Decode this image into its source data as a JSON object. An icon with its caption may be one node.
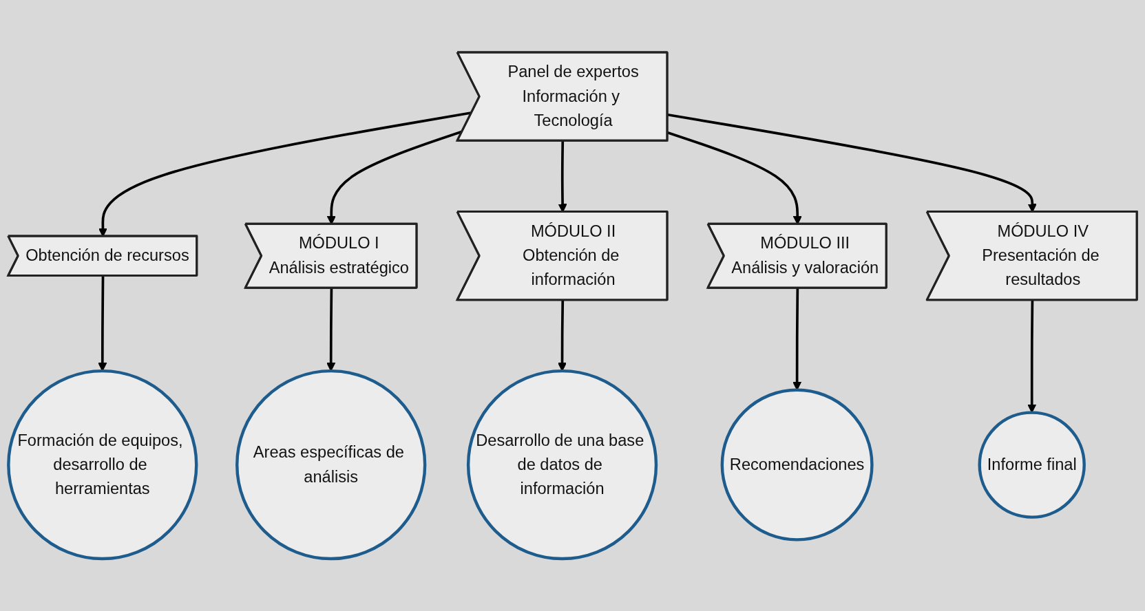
{
  "diagram": {
    "nodes": [
      {
        "text": [
          "Panel de expertos",
          "Información y Tecnología"
        ]
      },
      {
        "text": [
          "Obtención de recursos"
        ]
      },
      {
        "text": [
          "MÓDULO I",
          "Análisis estratégico"
        ]
      },
      {
        "text": [
          "MÓDULO II",
          "Obtención de información"
        ]
      },
      {
        "text": [
          "MÓDULO III",
          "Análisis y valoración"
        ]
      },
      {
        "text": [
          "MÓDULO IV",
          "Presentación de resultados"
        ]
      },
      {
        "text": [
          "Formación de equipos, desarrollo de herramientas"
        ]
      },
      {
        "text": [
          "Areas específicas de análisis"
        ]
      },
      {
        "text": [
          "Desarrollo de una base de datos de información"
        ]
      },
      {
        "text": [
          "Recomendaciones"
        ]
      },
      {
        "text": [
          "Informe final"
        ]
      }
    ],
    "edges": [
      {
        "from": 0,
        "to": 1,
        "arrow": "to"
      },
      {
        "from": 0,
        "to": 2,
        "arrow": "to"
      },
      {
        "from": 0,
        "to": 3,
        "arrow": "to"
      },
      {
        "from": 0,
        "to": 4,
        "arrow": "to"
      },
      {
        "from": 0,
        "to": 5,
        "arrow": "to"
      },
      {
        "from": 1,
        "to": 6,
        "arrow": "to"
      },
      {
        "from": 2,
        "to": 7,
        "arrow": "to"
      },
      {
        "from": 3,
        "to": 8,
        "arrow": "to"
      },
      {
        "from": 4,
        "to": 9,
        "arrow": "to"
      },
      {
        "from": 5,
        "to": 10,
        "arrow": "to"
      }
    ]
  }
}
